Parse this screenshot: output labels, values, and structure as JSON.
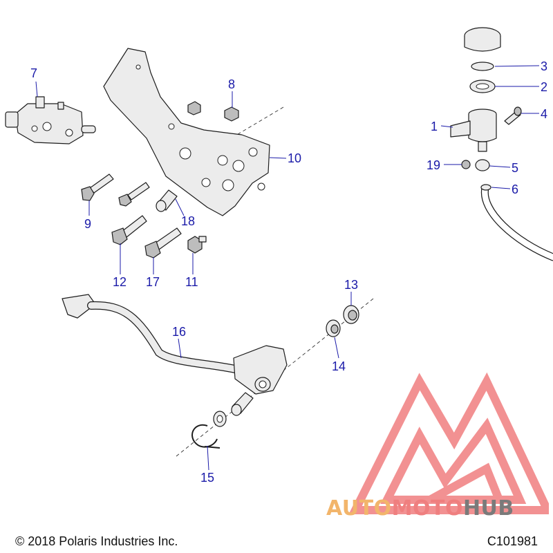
{
  "callouts": [
    "1",
    "2",
    "3",
    "4",
    "5",
    "6",
    "7",
    "8",
    "9",
    "10",
    "11",
    "12",
    "13",
    "14",
    "15",
    "16",
    "17",
    "18",
    "19"
  ],
  "footer": {
    "copyright": "© 2018 Polaris Industries Inc.",
    "drawing_id": "C101981"
  },
  "watermark": {
    "auto": "AUTO",
    "moto": "MOTO",
    "hub": "HUB",
    "colors": {
      "auto": "#f2b56b",
      "moto": "#ef7f7f",
      "hub": "#7a7a7a",
      "logo": "#e8393a"
    }
  },
  "colors": {
    "callout": "#1a1aa8",
    "line": "#1c1c1c"
  }
}
